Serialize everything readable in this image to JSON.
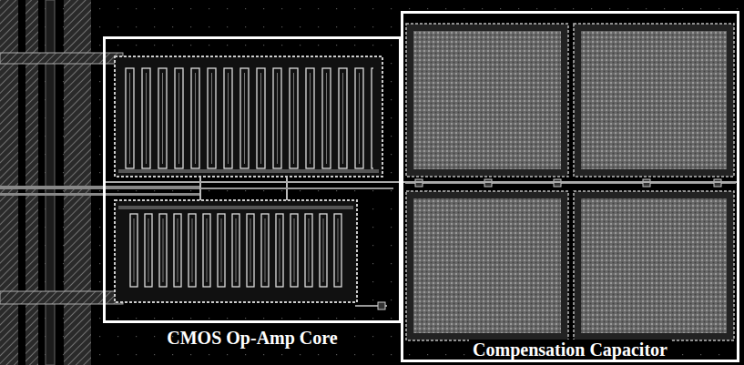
{
  "diagram": {
    "nodes": [
      {
        "text": [
          "CMOS Op-Amp Core"
        ]
      },
      {
        "text": [
          "Compensation Capacitor"
        ]
      }
    ],
    "edges": [
      {
        "from": 0,
        "to": 1,
        "arrow": "none"
      }
    ]
  }
}
